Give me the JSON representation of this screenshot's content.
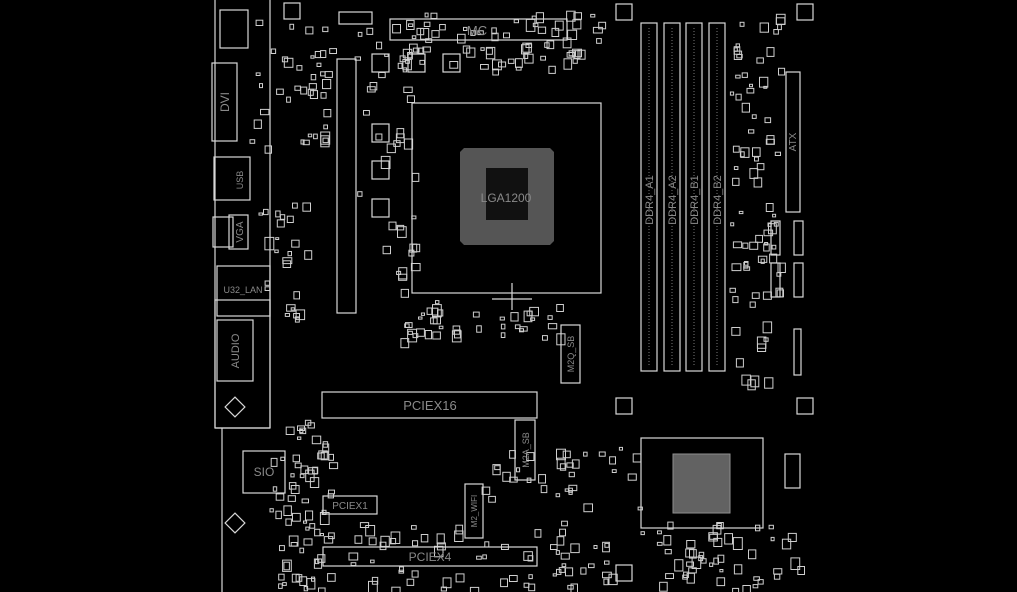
{
  "viewer": {
    "background": "#000000",
    "outline_color": "#d8d8d8",
    "label_color": "#8a8a8a"
  },
  "components": {
    "cpu_socket": "LGA1200",
    "dvi": "DVI",
    "usb": "USB",
    "vga": "VGA",
    "lan": "U32_LAN",
    "audio": "AUDIO",
    "sio": "SIO",
    "mc": "MC",
    "atx": "ATX",
    "pciex16": "PCIEX16",
    "pciex1": "PCIEX1",
    "pciex4": "PCIEX4",
    "m2q": "M2Q_SB",
    "m2a": "M2A_SB",
    "m2wifi": "M2_WIFI",
    "dimms": [
      "DDR4_A1",
      "DDR4_A2",
      "DDR4_B1",
      "DDR4_B2"
    ]
  }
}
